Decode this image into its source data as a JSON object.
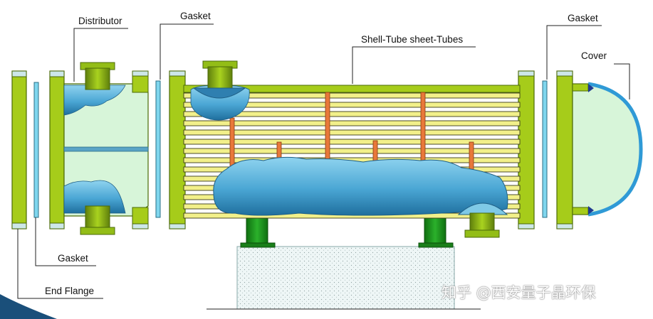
{
  "labels": {
    "distributor": "Distributor",
    "gasket_left_top": "Gasket",
    "gasket_right_top": "Gasket",
    "shell_tube": "Shell-Tube  sheet-Tubes",
    "cover": "Cover",
    "gasket_bottom": "Gasket",
    "end_flange": "End Flange"
  },
  "watermark": "知乎 @西安量子晶环保",
  "colors": {
    "flange_green": "#a6cc1a",
    "flange_dark": "#6d8f10",
    "fluid_blue": "#48a9d6",
    "fluid_light": "#bfe8f2",
    "chamber_fill": "#d7f5d9",
    "tube_yellow": "#f2f08a",
    "baffle_orange": "#e8783a",
    "support_green": "#1f9a1f",
    "gasket_cyan": "#7fd6ee"
  }
}
